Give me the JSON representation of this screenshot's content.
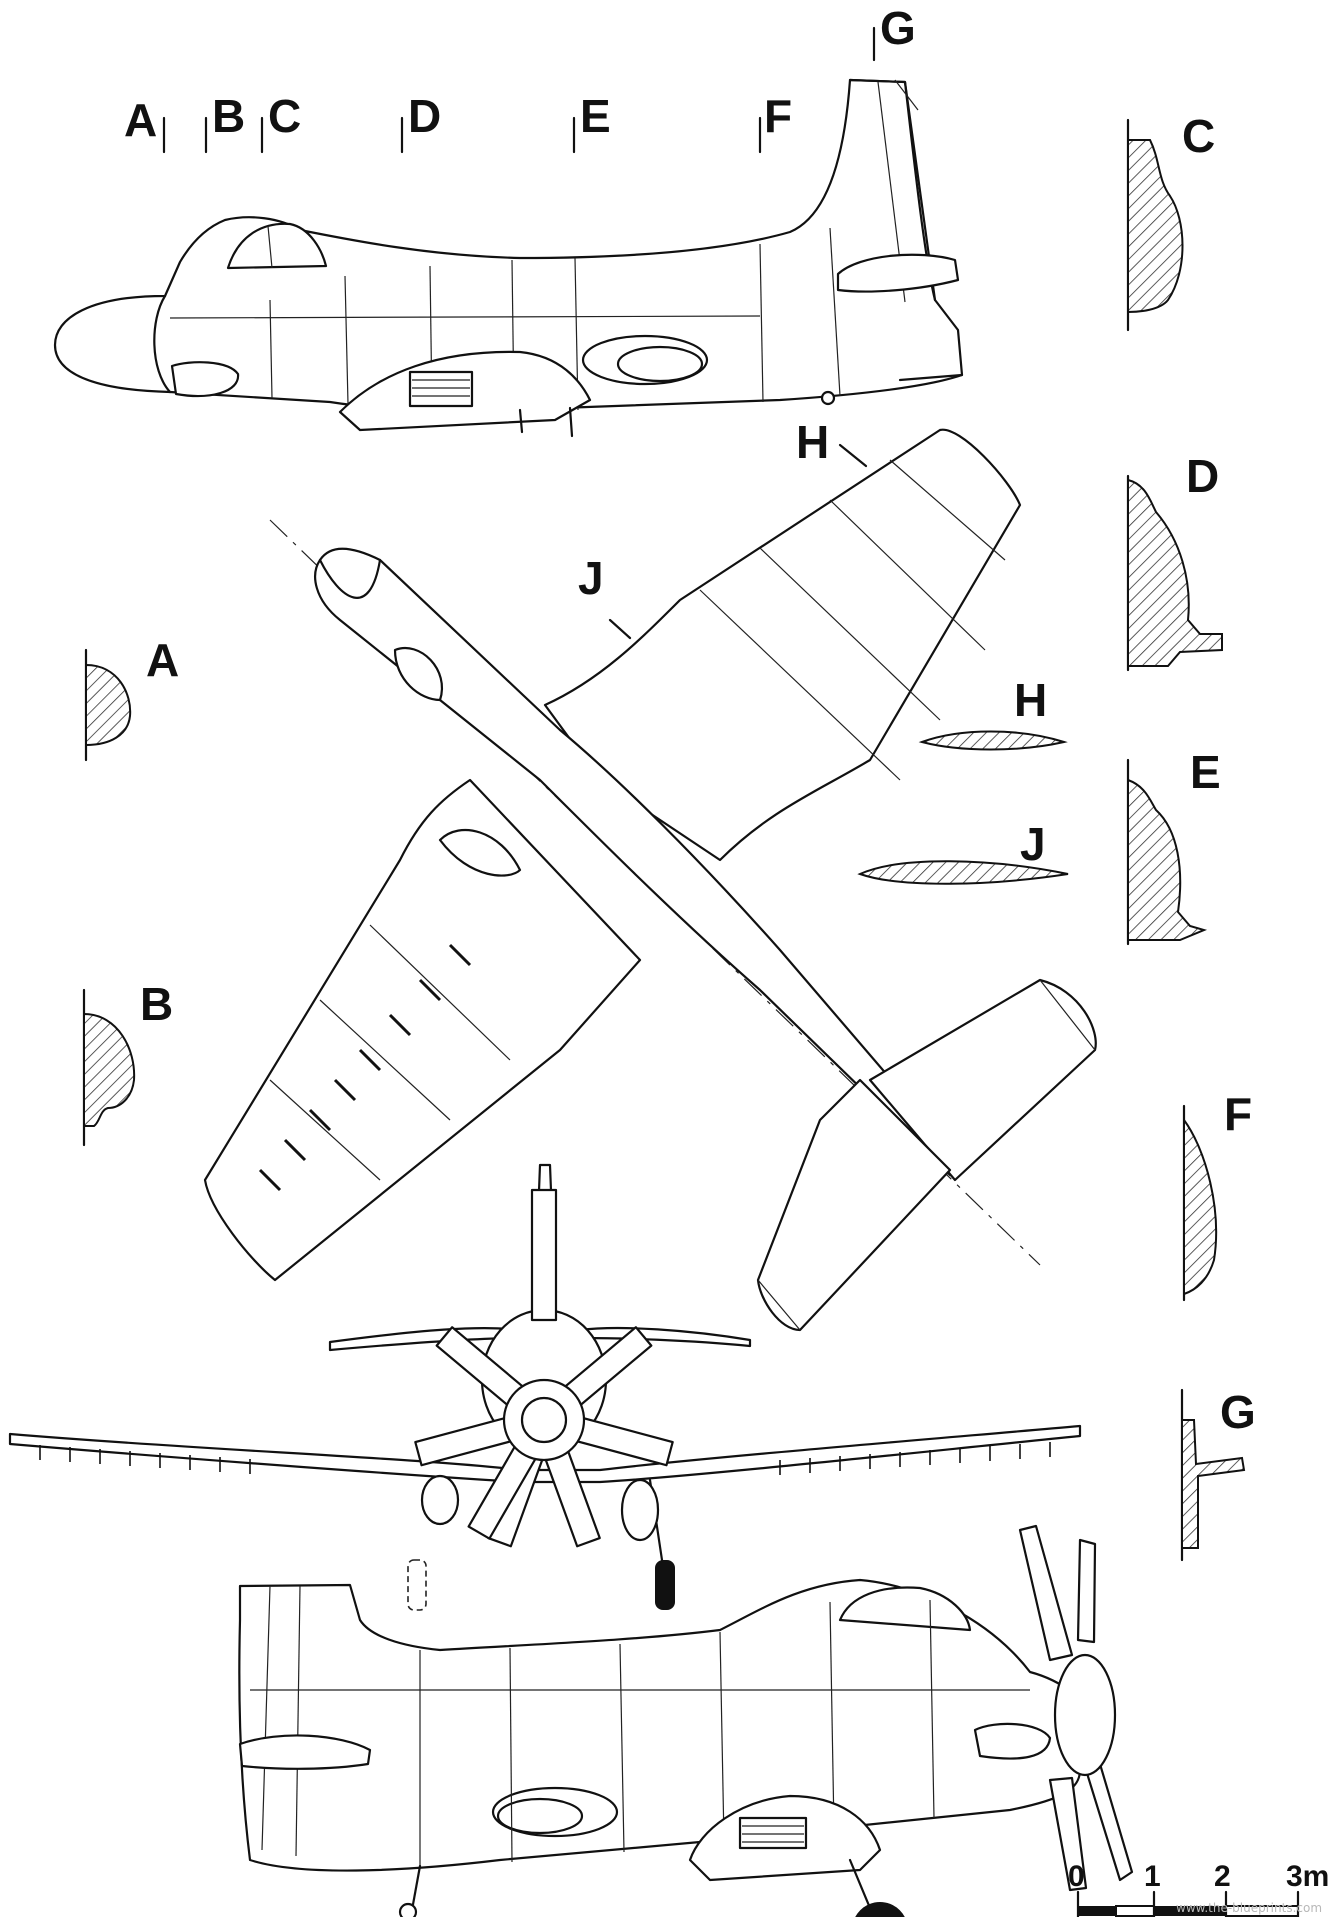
{
  "labels": {
    "a": "A",
    "b": "B",
    "c": "C",
    "d": "D",
    "e": "E",
    "f": "F",
    "g": "G",
    "h": "H",
    "j": "J"
  },
  "scale_bar": {
    "ticks": [
      "0",
      "1",
      "2",
      "3m"
    ]
  },
  "watermark": "www.the-blueprints.com"
}
